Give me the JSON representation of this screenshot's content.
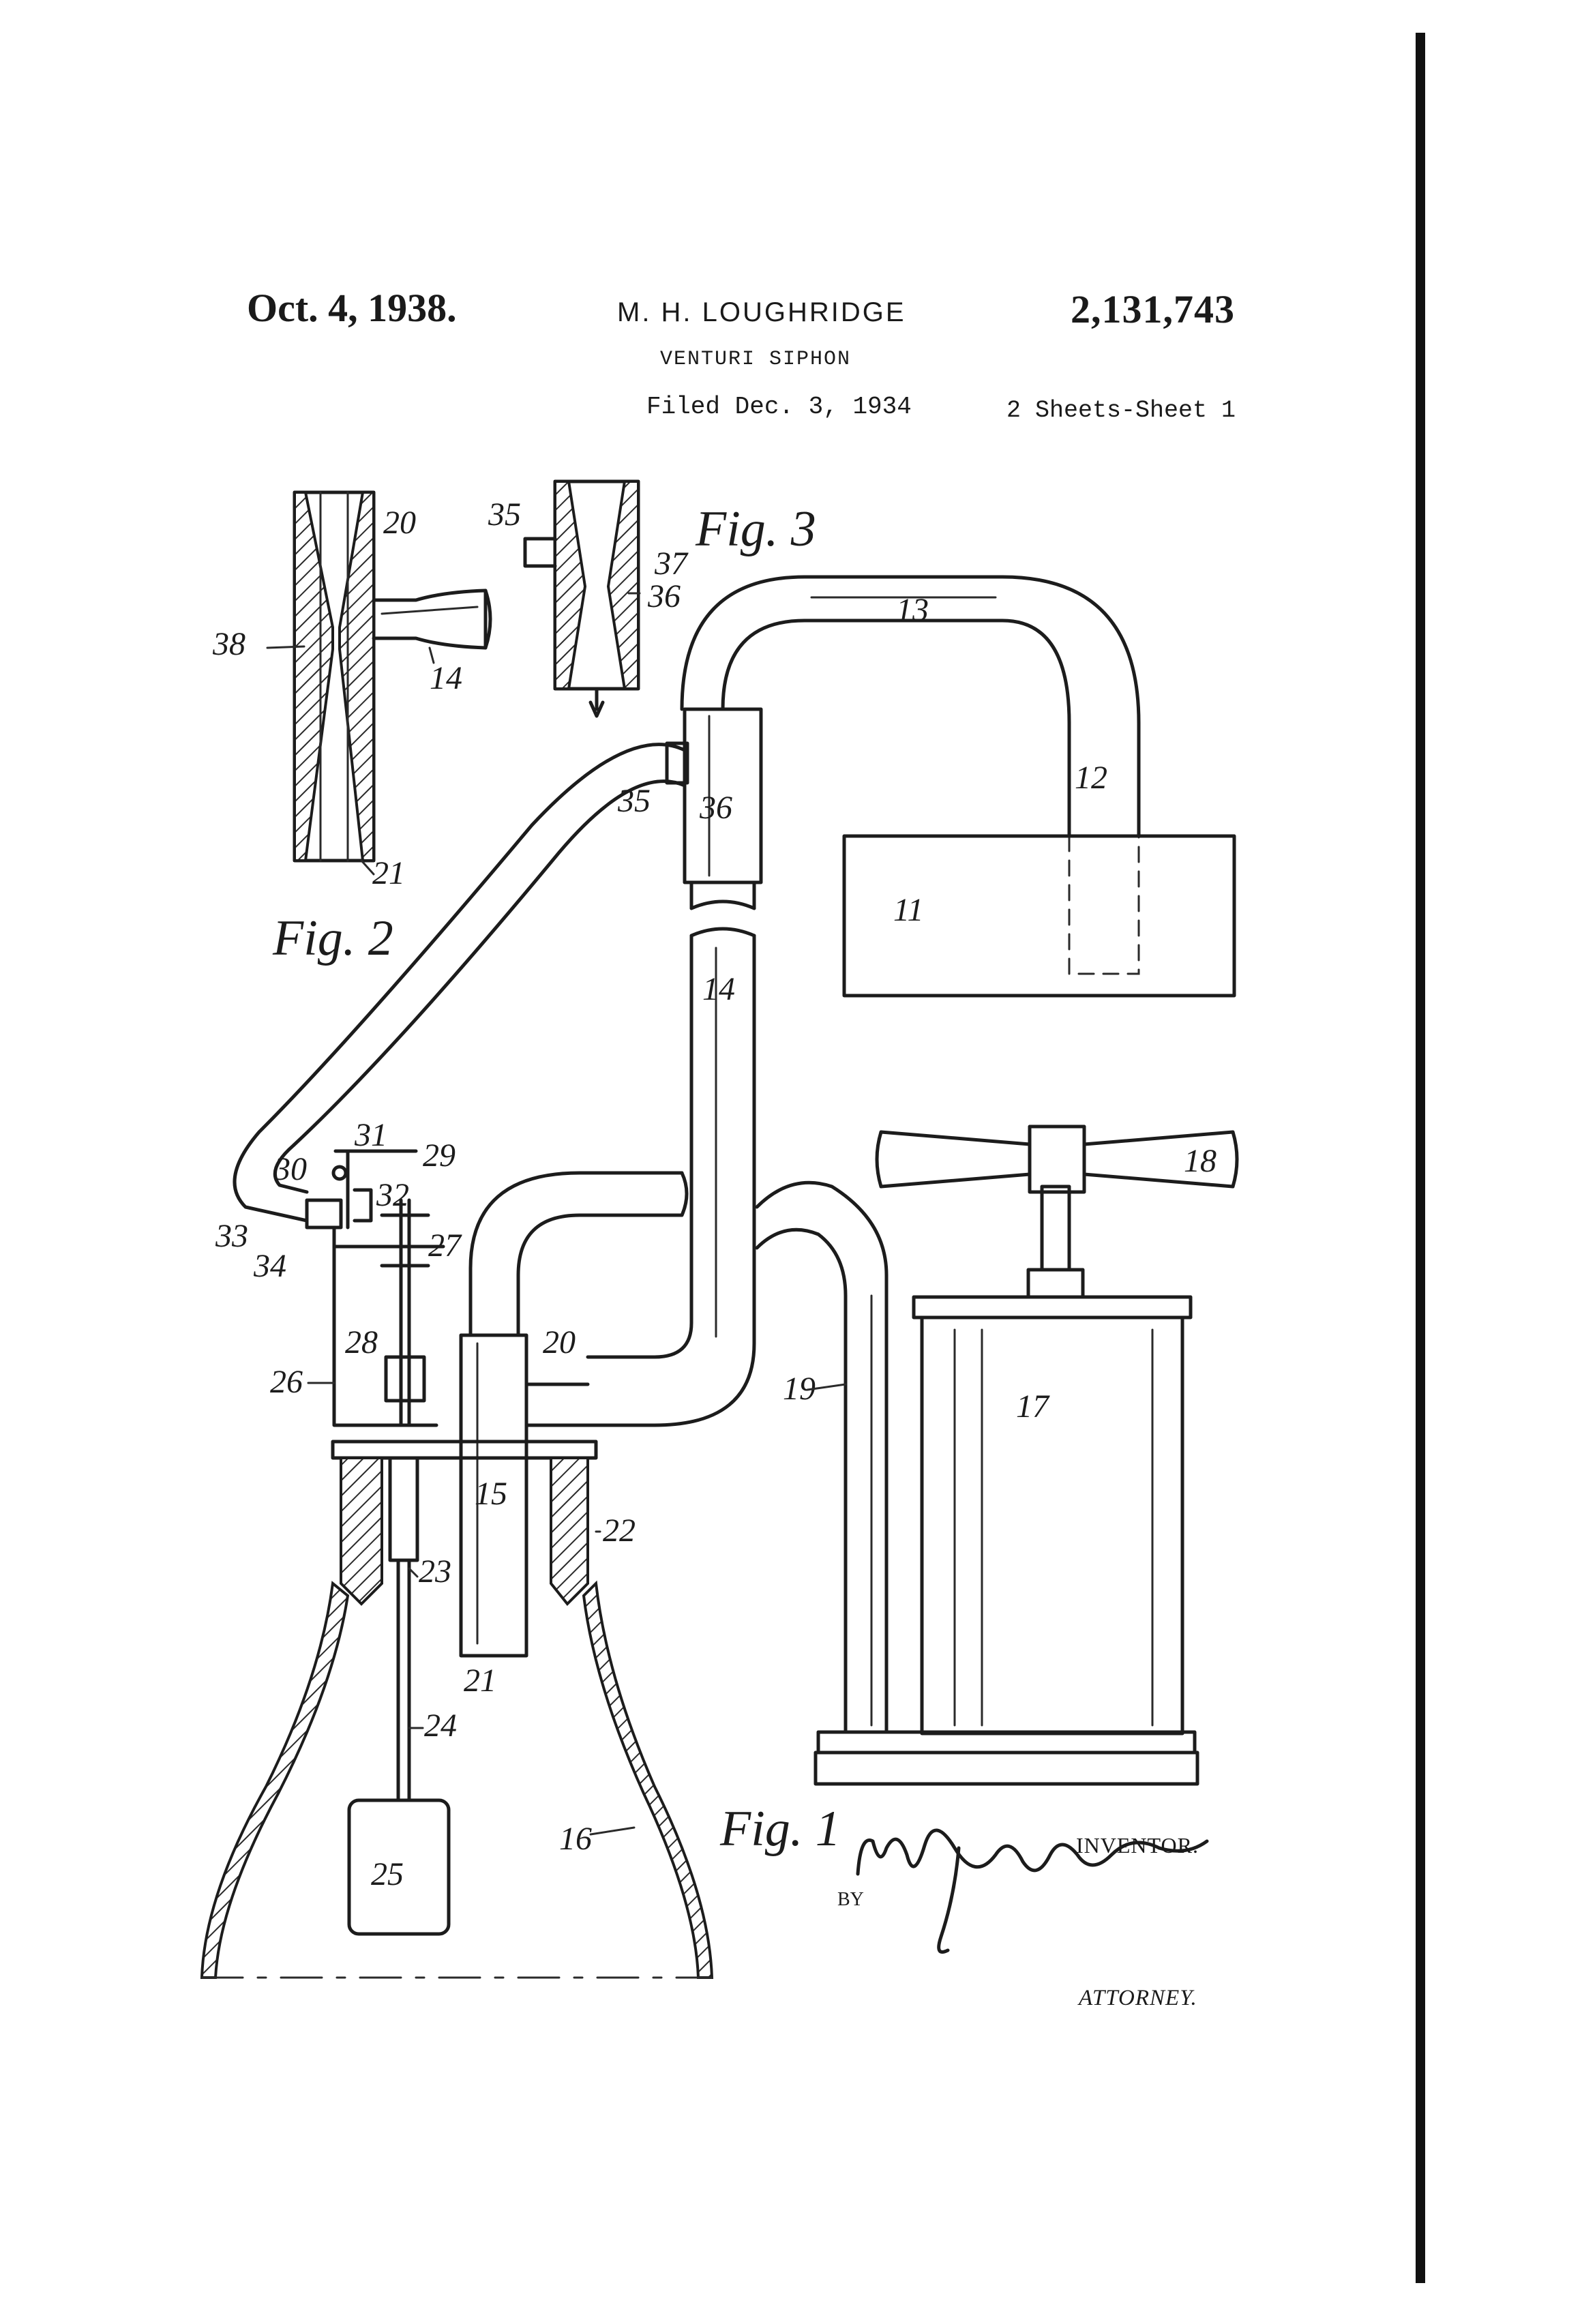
{
  "header": {
    "date": "Oct. 4, 1938.",
    "inventor": "M. H. LOUGHRIDGE",
    "patent_number": "2,131,743",
    "title": "VENTURI SIPHON",
    "filed": "Filed Dec. 3, 1934",
    "sheets": "2 Sheets-Sheet 1"
  },
  "figures": {
    "fig1": "Fig. 1",
    "fig2": "Fig. 2",
    "fig3": "Fig. 3"
  },
  "refs": {
    "r11": "11",
    "r12": "12",
    "r13": "13",
    "r14": "14",
    "r14b": "14",
    "r15": "15",
    "r16": "16",
    "r17": "17",
    "r18": "18",
    "r19": "19",
    "r20": "20",
    "r20b": "20",
    "r21": "21",
    "r21b": "21",
    "r22": "22",
    "r23": "23",
    "r24": "24",
    "r25": "25",
    "r26": "26",
    "r27": "27",
    "r28": "28",
    "r29": "29",
    "r30": "30",
    "r31": "31",
    "r32": "32",
    "r33": "33",
    "r34": "34",
    "r35": "35",
    "r35b": "35",
    "r36": "36",
    "r36b": "36",
    "r37": "37",
    "r38": "38"
  },
  "signature": {
    "inventor_label": "INVENTOR.",
    "by_label": "BY",
    "attorney_label": "ATTORNEY."
  }
}
